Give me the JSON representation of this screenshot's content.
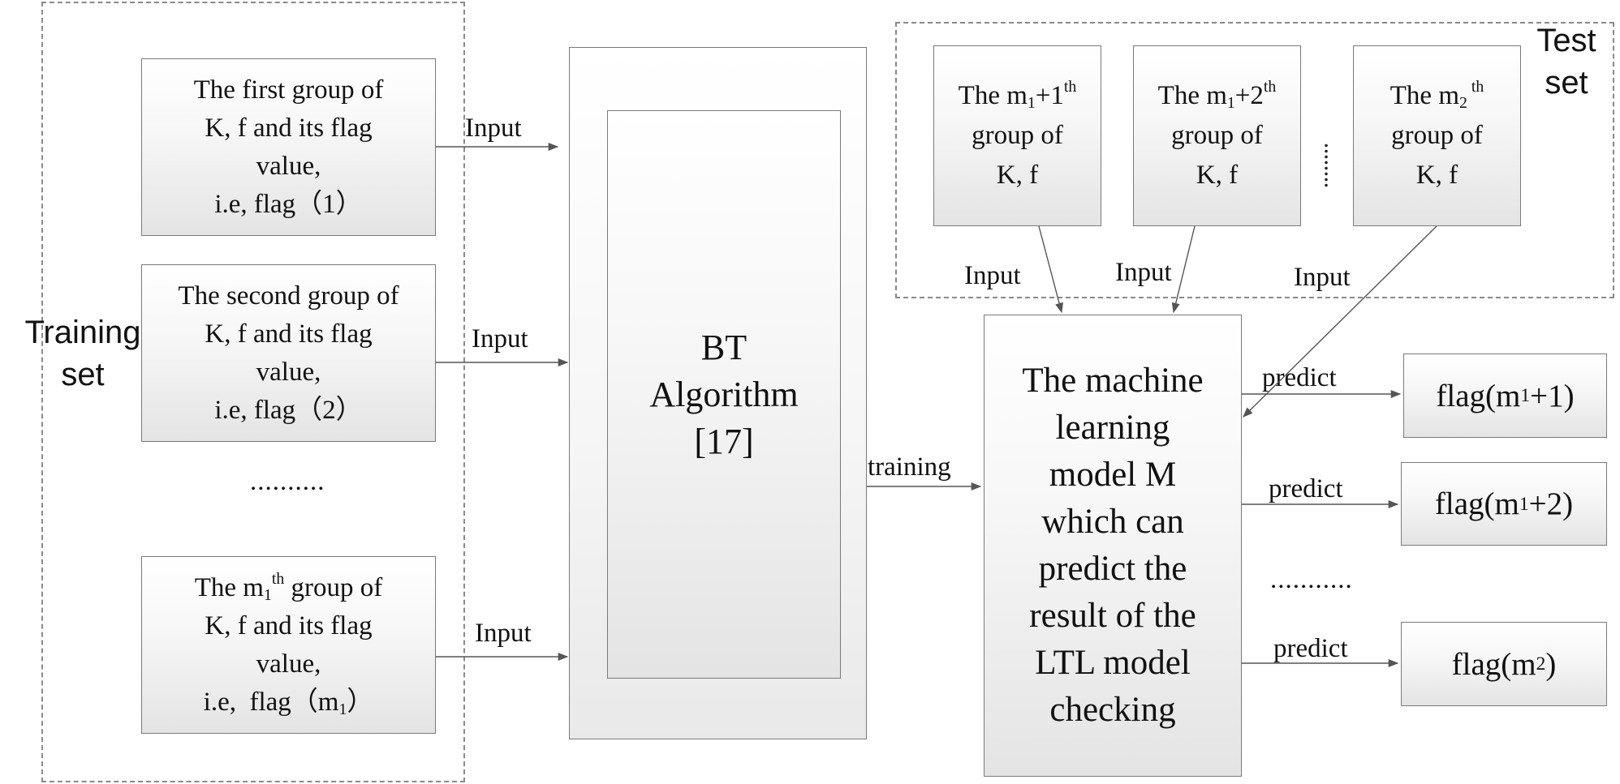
{
  "training_set": {
    "label_line1": "Training",
    "label_line2": "set",
    "group1": {
      "line1": "The first group of",
      "line2": "K, f and its flag",
      "line3": "value,",
      "line4": "i.e, flag（1）"
    },
    "group2": {
      "line1": "The second group of",
      "line2": "K, f and its flag",
      "line3": "value,",
      "line4": "i.e, flag（2）"
    },
    "dots": "..........",
    "group_m1": {
      "line1_a": "The m",
      "line1_sub": "1",
      "line1_sup": "th",
      "line1_b": " group of",
      "line2": "K, f and its flag",
      "line3": "value,",
      "line4_a": "i.e,  flag（m",
      "line4_sub": "1",
      "line4_b": "）"
    }
  },
  "arrow_labels": {
    "input1": "Input",
    "input2": "Input",
    "input3": "Input",
    "training": "training",
    "test_input1": "Input",
    "test_input2": "Input",
    "test_input3": "Input",
    "predict1": "predict",
    "predict2": "predict",
    "predict3": "predict"
  },
  "bt": {
    "line1": "BT",
    "line2": "Algorithm",
    "line3": "[17]"
  },
  "test_set": {
    "label_line1": "Test",
    "label_line2": "set",
    "group1": {
      "line1_a": "The m",
      "line1_sub": "1",
      "line1_b": "+1",
      "line1_sup": "th",
      "line2": "group of",
      "line3": "K, f"
    },
    "group2": {
      "line1_a": "The m",
      "line1_sub": "1",
      "line1_b": "+2",
      "line1_sup": "th",
      "line2": "group of",
      "line3": "K, f"
    },
    "dots": ":",
    "group3": {
      "line1_a": "The m",
      "line1_sub": "2",
      "line1_sup": " th",
      "line2": "group of",
      "line3": "K, f"
    }
  },
  "model": {
    "line1": "The machine",
    "line2": "learning",
    "line3": "model M",
    "line4": "which can",
    "line5": "predict the",
    "line6": "result of the",
    "line7": "LTL model",
    "line8": "checking"
  },
  "outputs": {
    "flag1_a": "flag(m",
    "flag1_sub": "1",
    "flag1_b": "+1)",
    "flag2_a": "flag(m",
    "flag2_sub": "1",
    "flag2_b": "+2)",
    "dots": "...........",
    "flag3_a": "flag(m",
    "flag3_sub": "2",
    "flag3_b": ")"
  }
}
